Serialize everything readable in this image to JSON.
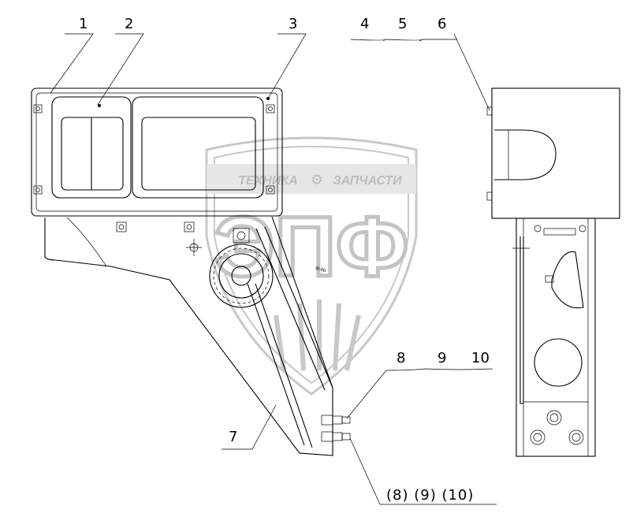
{
  "watermark": {
    "text_left": "ТЕХНИКА",
    "text_right": "ЗАПЧАСТИ",
    "logo": "ЭПФ",
    "color": "#c8c8c8"
  },
  "callouts": {
    "c1": "1",
    "c2": "2",
    "c3": "3",
    "c4": "4",
    "c5": "5",
    "c6": "6",
    "c7": "7",
    "c8": "8",
    "c9": "9",
    "c10": "10",
    "bottom": "(8) (9) (10)"
  },
  "small_text": "ф.60"
}
